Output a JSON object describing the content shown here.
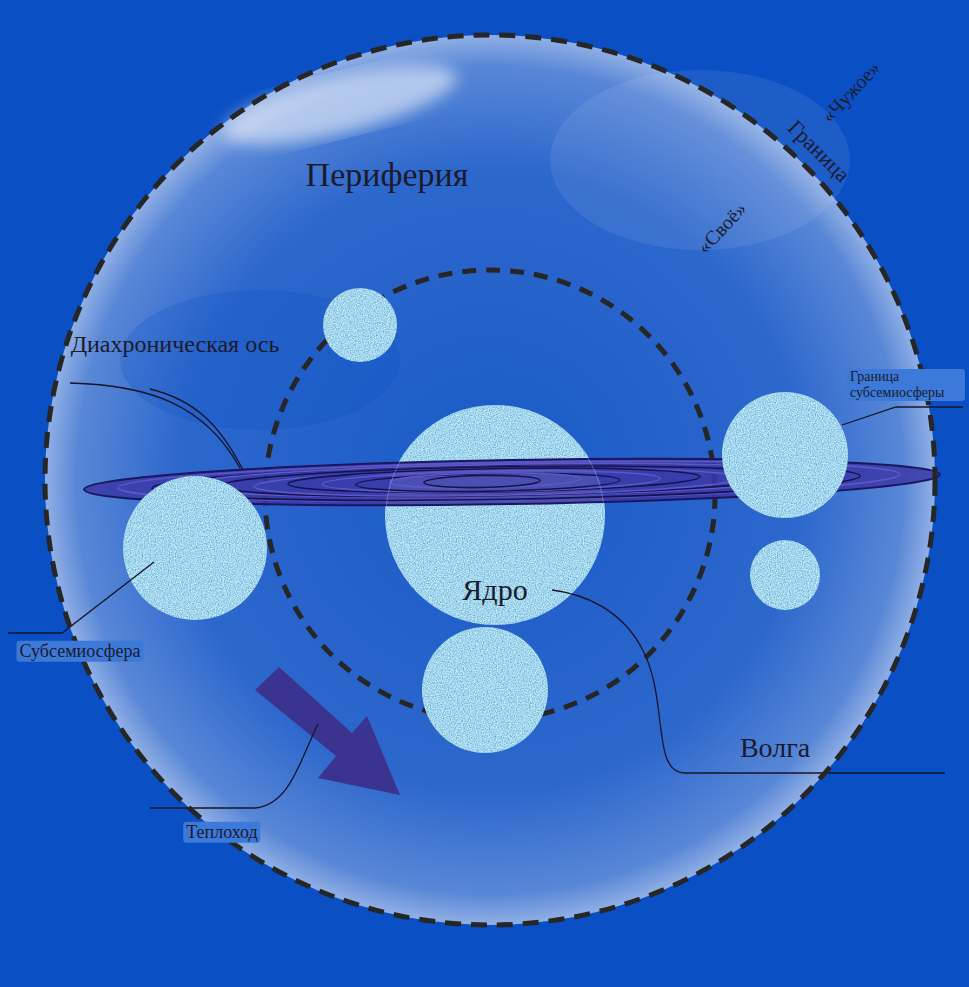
{
  "diagram": {
    "nodes": [
      {
        "text": [
          "Периферия"
        ]
      },
      {
        "text": [
          "Ядро"
        ],
        "in": 0
      }
    ],
    "edges": [],
    "labels": [
      "Граница",
      "«Чужое»",
      "«Своё»",
      "Граница субсемиосферы",
      "Диахроническая ось",
      "Субсемиосфера",
      "Волга",
      "Теплоход"
    ]
  }
}
